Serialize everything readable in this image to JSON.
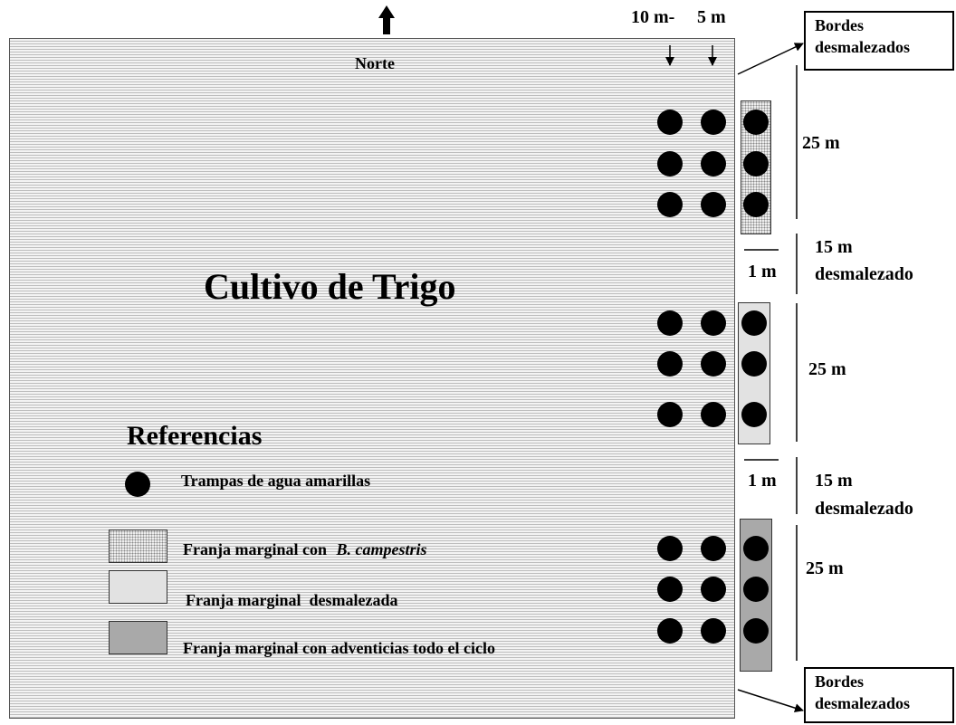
{
  "field": {
    "title": "Cultivo de Trigo",
    "north_label": "Norte"
  },
  "distance_labels": {
    "ten_m": "10 m-",
    "five_m": "5 m"
  },
  "edge_boxes": {
    "top": [
      "Bordes",
      "desmalezados"
    ],
    "bottom": [
      "Bordes",
      "desmalezados"
    ]
  },
  "segments": [
    {
      "length": "25 m"
    },
    {
      "length": "15 m",
      "note": "desmalezado",
      "gap": "1 m"
    },
    {
      "length": "25 m"
    },
    {
      "length": "15 m",
      "note": "desmalezado",
      "gap": "1 m"
    },
    {
      "length": "25 m"
    }
  ],
  "legend": {
    "title": "Referencias",
    "trap": "Trampas de agua amarillas",
    "strip_campestris_prefix": "Franja marginal con",
    "strip_campestris_species": "B. campestris",
    "strip_weeded": "Franja marginal  desmalezada",
    "strip_weeds_all_cycle": "Franja marginal con adventicias todo el ciclo"
  },
  "colors": {
    "trap": "#000000",
    "strip_weeded": "#e2e2e2",
    "strip_weeds_all_cycle": "#a9a9a9",
    "strip_campestris": "#eeeeee"
  }
}
